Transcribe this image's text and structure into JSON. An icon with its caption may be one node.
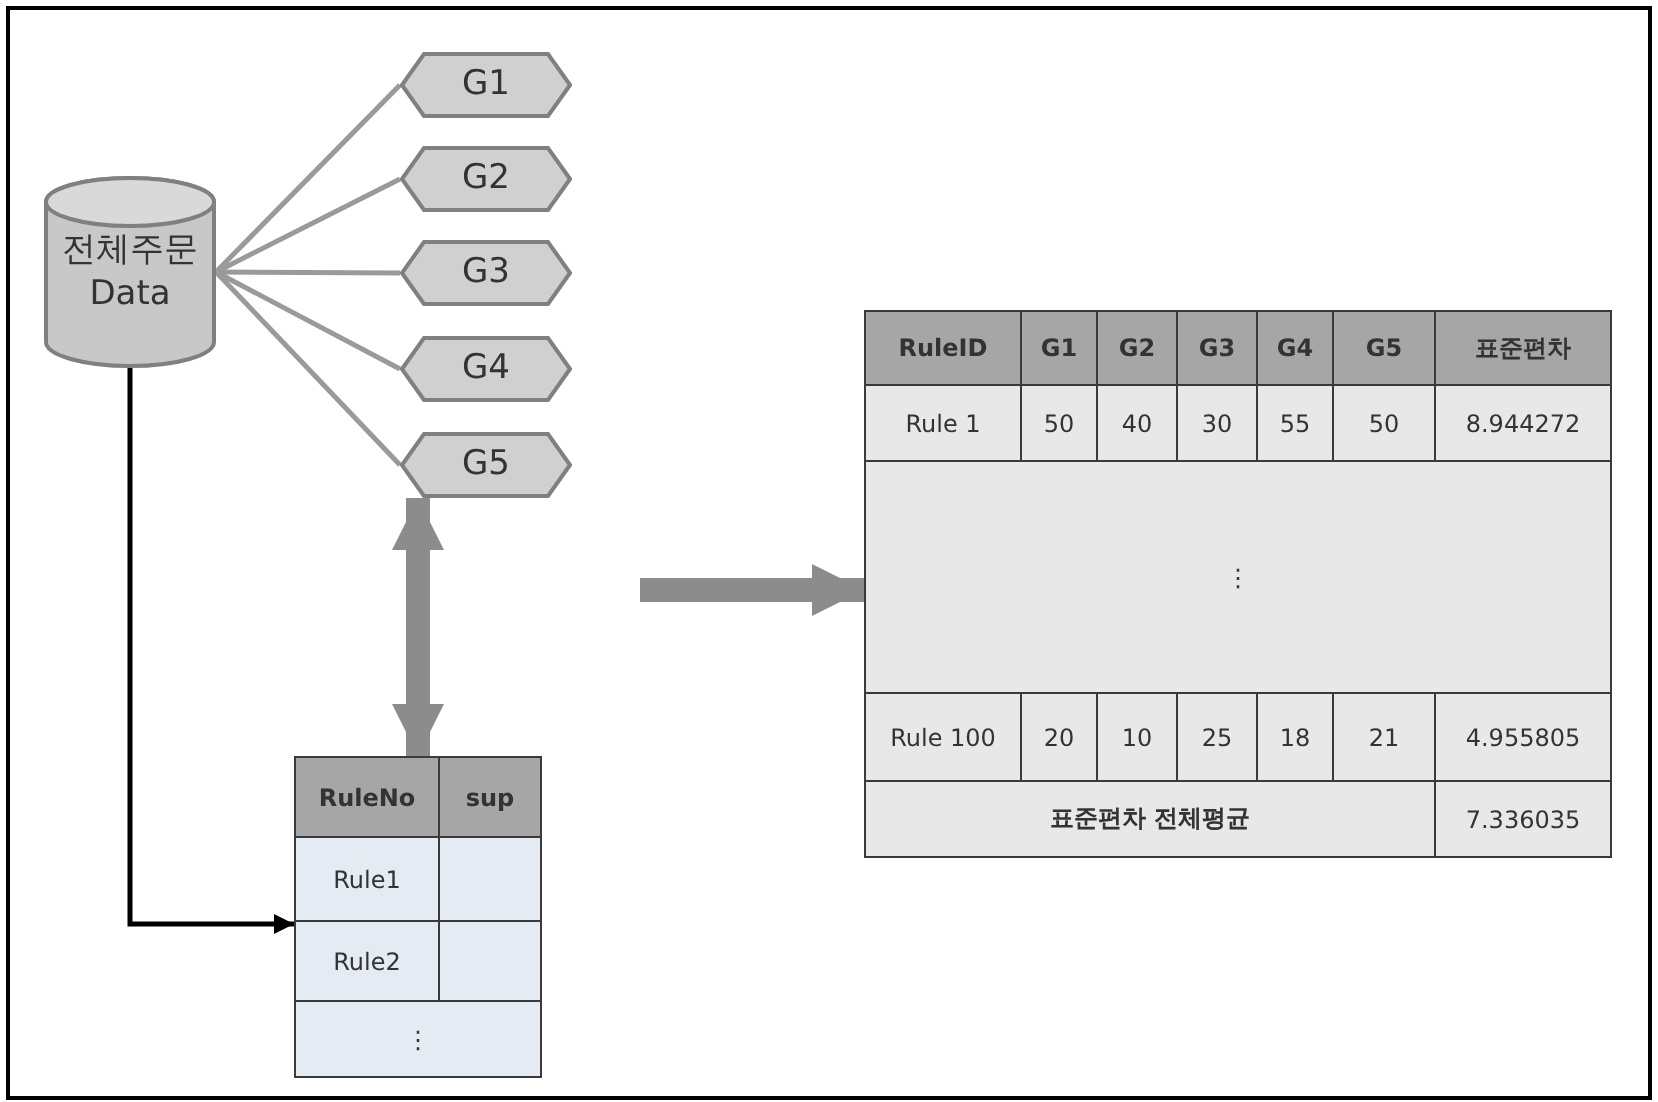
{
  "diagram": {
    "nodes": [
      {
        "text": [
          "전체주문 Data"
        ]
      },
      {
        "text": [
          "G1"
        ]
      },
      {
        "text": [
          "G2"
        ]
      },
      {
        "text": [
          "G3"
        ]
      },
      {
        "text": [
          "G4"
        ]
      },
      {
        "text": [
          "G5"
        ]
      },
      {
        "text": [
          "RuleNo",
          "sup",
          "Rule1",
          "Rule2",
          "⋮"
        ]
      },
      {
        "text": [
          "RuleID",
          "G1",
          "G2",
          "G3",
          "G4",
          "G5",
          "표준편차",
          "Rule 1",
          "50",
          "40",
          "30",
          "55",
          "50",
          "8.944272",
          "⋮",
          "Rule 100",
          "20",
          "10",
          "25",
          "18",
          "21",
          "4.955805",
          "표준편차 전체평균",
          "7.336035"
        ]
      }
    ],
    "edges": [
      {
        "from": 0,
        "to": 1,
        "arrow": "none"
      },
      {
        "from": 0,
        "to": 2,
        "arrow": "none"
      },
      {
        "from": 0,
        "to": 3,
        "arrow": "none"
      },
      {
        "from": 0,
        "to": 4,
        "arrow": "none"
      },
      {
        "from": 0,
        "to": 5,
        "arrow": "none"
      },
      {
        "from": 0,
        "to": 6,
        "arrow": "to",
        "color": "#000000"
      },
      {
        "from": 5,
        "to": 6,
        "arrow": "both",
        "style": "thick"
      },
      {
        "from": null,
        "to": 7,
        "arrow": "to",
        "style": "thick"
      }
    ]
  }
}
